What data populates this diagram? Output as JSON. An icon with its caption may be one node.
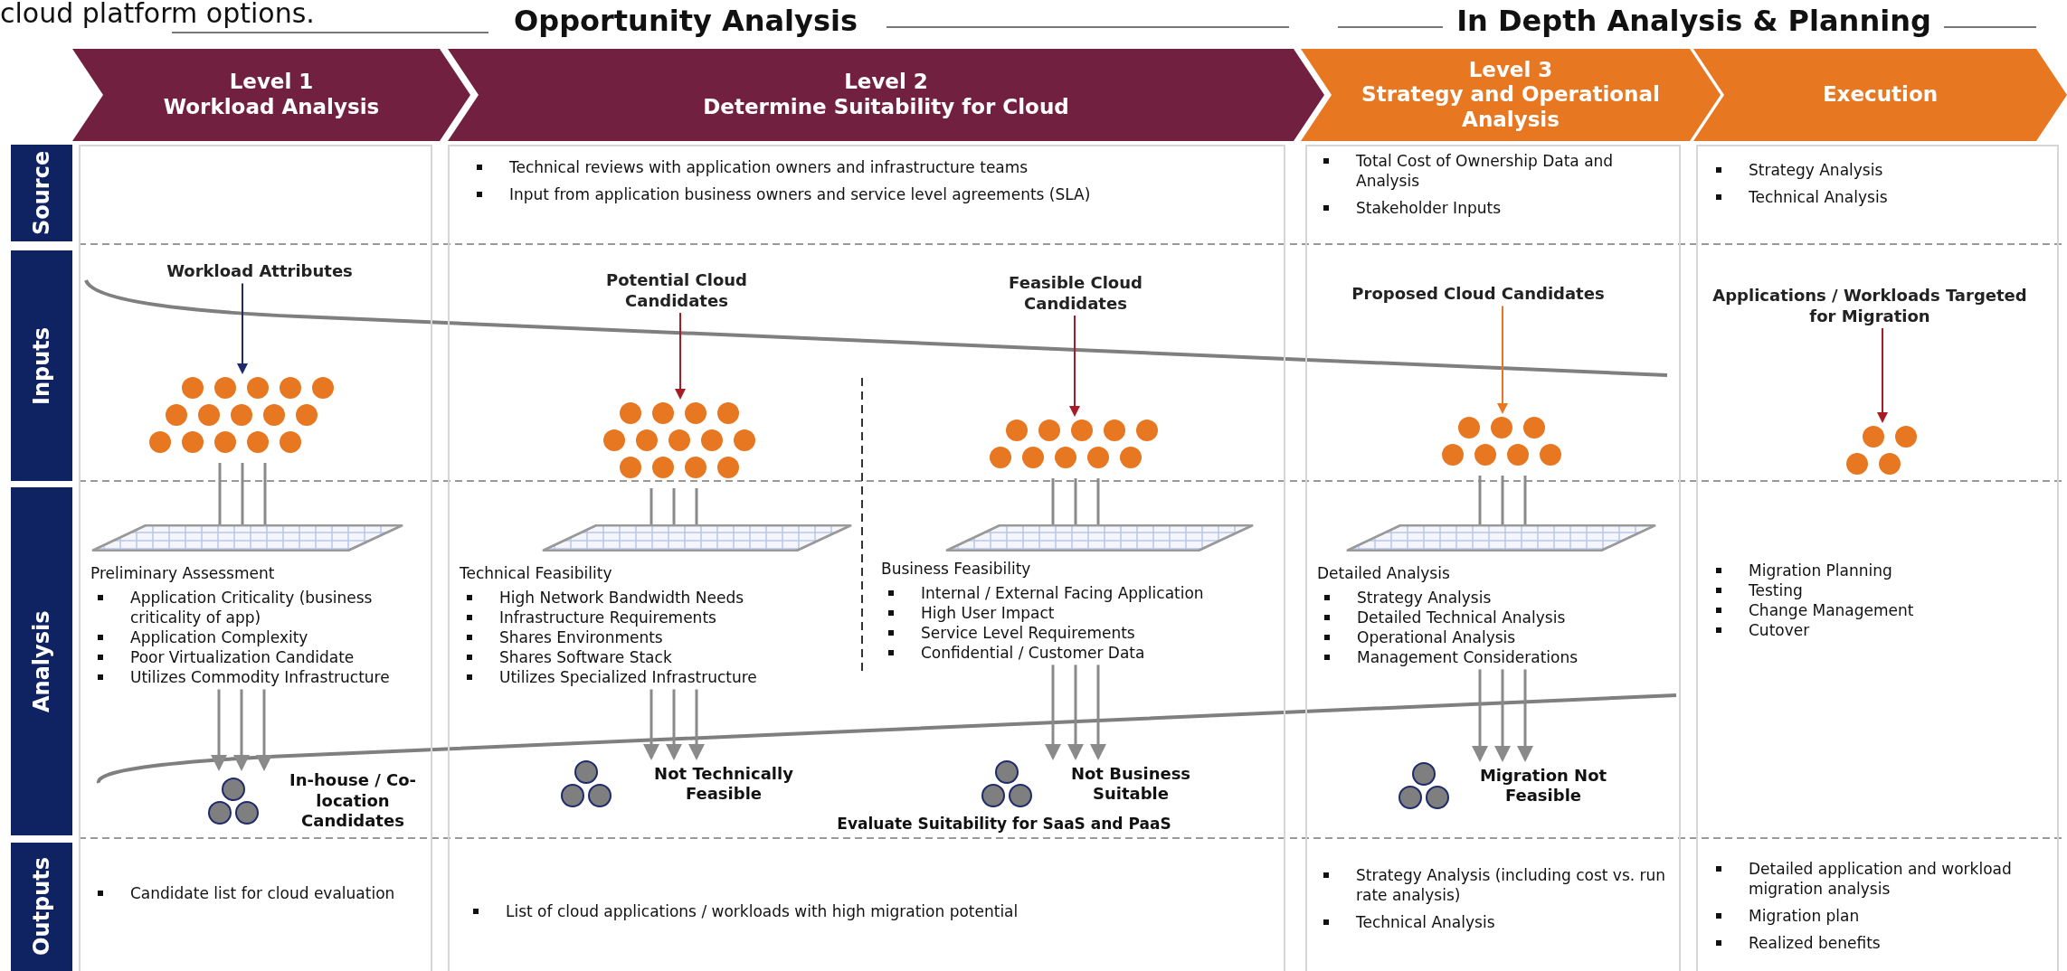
{
  "diagram": {
    "nodes": [
      {
        "text": [
          "Level 1",
          "Workload Analysis"
        ]
      },
      {
        "text": [
          "Level 2",
          "Determine Suitability for Cloud"
        ]
      },
      {
        "text": [
          "Level 3",
          "Strategy and Operational Analysis"
        ]
      },
      {
        "text": [
          "Execution"
        ]
      },
      {
        "text": [
          "Source"
        ]
      },
      {
        "text": [
          "Inputs"
        ]
      },
      {
        "text": [
          "Analysis"
        ]
      },
      {
        "text": [
          "Outputs"
        ]
      },
      {
        "text": [],
        "shape": "box"
      },
      {
        "text": [
          "Workload Attributes"
        ],
        "in": 8
      },
      {
        "text": [],
        "shape": "circle",
        "in": 8
      },
      {
        "text": [],
        "shape": "grid",
        "in": 8
      },
      {
        "text": [
          "Preliminary Assessment",
          "Application Criticality (business criticality of app)",
          "Application Complexity",
          "Poor Virtualization Candidate",
          "Utilizes Commodity Infrastructure"
        ],
        "in": 8
      },
      {
        "text": [
          "In-house / Co-location Candidates"
        ],
        "in": 8
      },
      {
        "text": [
          "Candidate list for cloud evaluation"
        ],
        "in": 8
      },
      {
        "text": [],
        "shape": "box"
      },
      {
        "text": [
          "Technical reviews with application owners and infrastructure teams",
          "Input from application business owners and service level agreements (SLA)"
        ],
        "in": 15
      },
      {
        "text": [
          "Potential Cloud Candidates"
        ],
        "in": 15
      },
      {
        "text": [],
        "shape": "circle",
        "in": 15
      },
      {
        "text": [],
        "shape": "grid",
        "in": 15
      },
      {
        "text": [
          "Technical Feasibility",
          "High Network Bandwidth Needs",
          "Infrastructure Requirements",
          "Shares Environments",
          "Shares Software Stack",
          "Utilizes Specialized Infrastructure"
        ],
        "in": 15
      },
      {
        "text": [
          "Not Technically Feasible"
        ],
        "in": 15
      },
      {
        "text": [
          "Feasible Cloud Candidates"
        ],
        "in": 15
      },
      {
        "text": [],
        "shape": "circle",
        "in": 15
      },
      {
        "text": [],
        "shape": "grid",
        "in": 15
      },
      {
        "text": [
          "Business Feasibility",
          "Internal / External Facing Application",
          "High User Impact",
          "Service Level Requirements",
          "Confidential / Customer Data"
        ],
        "in": 15
      },
      {
        "text": [
          "Not Business Suitable"
        ],
        "in": 15
      },
      {
        "text": [
          "List of cloud applications / workloads with high migration potential"
        ],
        "in": 15
      },
      {
        "text": [],
        "shape": "box"
      },
      {
        "text": [
          "Total Cost of Ownership Data and Analysis",
          "Stakeholder Inputs"
        ],
        "in": 28
      },
      {
        "text": [
          "Proposed Cloud Candidates"
        ],
        "in": 28
      },
      {
        "text": [],
        "shape": "circle",
        "in": 28
      },
      {
        "text": [],
        "shape": "grid",
        "in": 28
      },
      {
        "text": [
          "Detailed Analysis",
          "Strategy Analysis",
          "Detailed Technical Analysis",
          "Operational Analysis",
          "Management Considerations"
        ],
        "in": 28
      },
      {
        "text": [
          "Migration Not Feasible"
        ],
        "in": 28
      },
      {
        "text": [
          "Strategy Analysis (including cost vs. run rate analysis)",
          "Technical Analysis"
        ],
        "in": 28
      },
      {
        "text": [],
        "shape": "box"
      },
      {
        "text": [
          "Strategy Analysis",
          "Technical Analysis"
        ],
        "in": 36
      },
      {
        "text": [
          "Applications / Workloads Targeted for Migration"
        ],
        "in": 36
      },
      {
        "text": [],
        "shape": "circle",
        "in": 36
      },
      {
        "text": [
          "Migration Planning",
          "Testing",
          "Change Management",
          "Cutover"
        ],
        "in": 36
      },
      {
        "text": [
          "Detailed application and workload migration analysis",
          "Migration plan",
          "Realized benefits"
        ],
        "in": 36
      }
    ],
    "edges": [
      {
        "from": 9,
        "to": 10,
        "arrow": "to",
        "color": "#1f2a6b"
      },
      {
        "from": 10,
        "to": 11,
        "arrow": "to"
      },
      {
        "from": 10,
        "to": 11,
        "arrow": "to"
      },
      {
        "from": 10,
        "to": 11,
        "arrow": "to"
      },
      {
        "from": 12,
        "to": 13,
        "arrow": "to"
      },
      {
        "from": 12,
        "to": 13,
        "arrow": "to"
      },
      {
        "from": 12,
        "to": 13,
        "arrow": "to"
      },
      {
        "from": 17,
        "to": 18,
        "arrow": "to",
        "color": "#a51c24"
      },
      {
        "from": 18,
        "to": 19,
        "arrow": "to"
      },
      {
        "from": 18,
        "to": 19,
        "arrow": "to"
      },
      {
        "from": 18,
        "to": 19,
        "arrow": "to"
      },
      {
        "from": 20,
        "to": 21,
        "arrow": "to"
      },
      {
        "from": 20,
        "to": 21,
        "arrow": "to"
      },
      {
        "from": 20,
        "to": 21,
        "arrow": "to"
      },
      {
        "from": 22,
        "to": 23,
        "arrow": "to",
        "color": "#a51c24"
      },
      {
        "from": 23,
        "to": 24,
        "arrow": "to"
      },
      {
        "from": 23,
        "to": 24,
        "arrow": "to"
      },
      {
        "from": 23,
        "to": 24,
        "arrow": "to"
      },
      {
        "from": 25,
        "to": 26,
        "arrow": "to"
      },
      {
        "from": 25,
        "to": 26,
        "arrow": "to"
      },
      {
        "from": 25,
        "to": 26,
        "arrow": "to"
      },
      {
        "from": 30,
        "to": 31,
        "arrow": "to",
        "color": "#e87722"
      },
      {
        "from": 31,
        "to": 32,
        "arrow": "to"
      },
      {
        "from": 31,
        "to": 32,
        "arrow": "to"
      },
      {
        "from": 31,
        "to": 32,
        "arrow": "to"
      },
      {
        "from": 33,
        "to": 34,
        "arrow": "to"
      },
      {
        "from": 33,
        "to": 34,
        "arrow": "to"
      },
      {
        "from": 33,
        "to": 34,
        "arrow": "to"
      },
      {
        "from": 38,
        "to": 39,
        "arrow": "to",
        "color": "#a51c24"
      }
    ],
    "labels": [
      "cloud platform options.",
      "Opportunity Analysis",
      "In Depth Analysis & Planning",
      "Evaluate Suitability for SaaS and PaaS"
    ]
  }
}
